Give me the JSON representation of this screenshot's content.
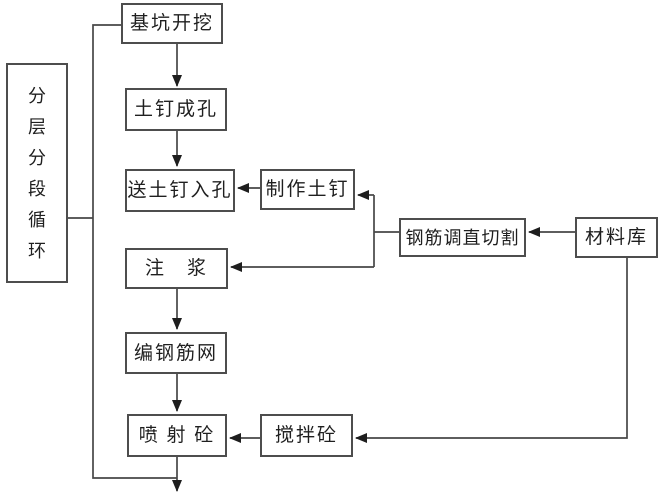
{
  "diagram": {
    "type": "flowchart",
    "background_color": "#ffffff",
    "line_color": "#474747",
    "arrowhead_color": "#1e1e1e",
    "box_border_color": "#4d4d4d",
    "text_color": "#1f1f1f",
    "nodes": {
      "cycle": {
        "label": "分层分段循环"
      },
      "excavation": {
        "label": "基坑开挖"
      },
      "nail_hole": {
        "label": "土钉成孔"
      },
      "insert_nail": {
        "label": "送土钉入孔"
      },
      "make_nail": {
        "label": "制作土钉"
      },
      "grouting": {
        "label": "注　浆"
      },
      "rebar_mesh": {
        "label": "编钢筋网"
      },
      "shotcrete": {
        "label": "喷 射 砼"
      },
      "mix_concrete": {
        "label": "搅拌砼"
      },
      "rebar_cut": {
        "label": "钢筋调直切割"
      },
      "material_store": {
        "label": "材料库"
      }
    },
    "edges": [
      {
        "from": "excavation",
        "to": "nail_hole",
        "style": "arrow-down"
      },
      {
        "from": "nail_hole",
        "to": "insert_nail",
        "style": "arrow-down"
      },
      {
        "from": "make_nail",
        "to": "insert_nail",
        "style": "arrow-left"
      },
      {
        "from": "grouting",
        "to": "rebar_mesh",
        "style": "arrow-down"
      },
      {
        "from": "rebar_mesh",
        "to": "shotcrete",
        "style": "arrow-down"
      },
      {
        "from": "mix_concrete",
        "to": "shotcrete",
        "style": "arrow-left"
      },
      {
        "from": "shotcrete",
        "to": "next-layer",
        "style": "arrow-down"
      },
      {
        "from": "material_store",
        "to": "rebar_cut",
        "style": "arrow-left"
      },
      {
        "from": "rebar_cut",
        "to": "make_nail",
        "style": "elbow-arrow"
      },
      {
        "from": "rebar_cut",
        "to": "grouting",
        "style": "elbow-arrow"
      },
      {
        "from": "material_store",
        "to": "mix_concrete",
        "style": "elbow-arrow"
      },
      {
        "from": "cycle",
        "to": "loop-line",
        "style": "plain-line"
      },
      {
        "from": "loop-line",
        "to": "excavation",
        "style": "plain-line"
      }
    ]
  }
}
